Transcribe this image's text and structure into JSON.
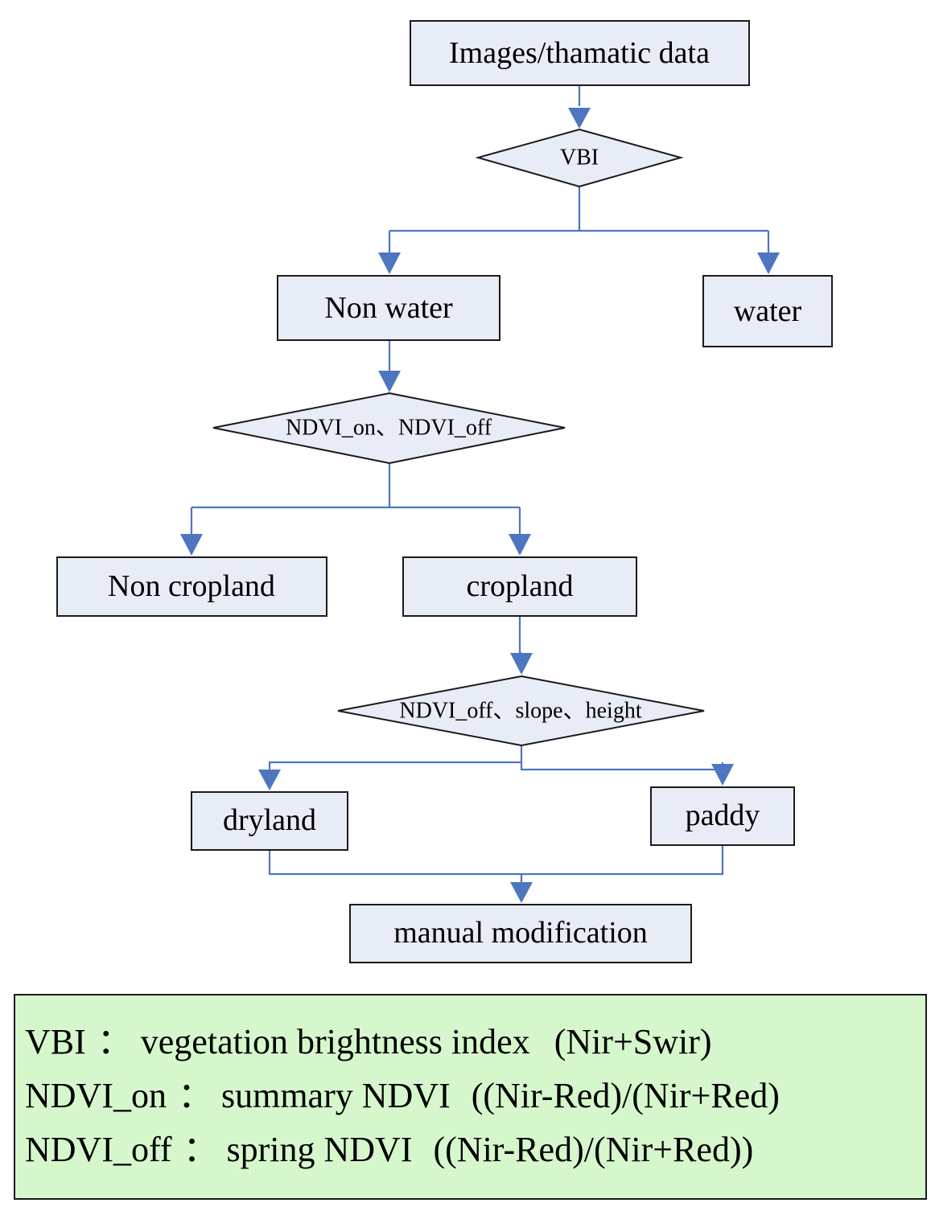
{
  "colors": {
    "box_fill": "#e8ecf6",
    "box_stroke": "#1a1a1a",
    "connector": "#4e76c0",
    "legend_fill": "#d6f7cc"
  },
  "nodes": {
    "images": "Images/thamatic data",
    "vbi": "VBI",
    "non_water": "Non water",
    "water": "water",
    "ndvi_on_off": "NDVI_on、NDVI_off",
    "non_cropland": "Non cropland",
    "cropland": "cropland",
    "ndvi_slope_height": "NDVI_off、slope、height",
    "dryland": "dryland",
    "paddy": "paddy",
    "manual": "manual modification"
  },
  "legend": [
    {
      "term": "VBI",
      "separator": "：",
      "definition": "vegetation brightness index",
      "formula": "(Nir+Swir)"
    },
    {
      "term": "NDVI_on",
      "separator": "：",
      "definition": "summary NDVI",
      "formula": "((Nir-Red)/(Nir+Red)"
    },
    {
      "term": "NDVI_off",
      "separator": "：",
      "definition": "spring NDVI",
      "formula": "((Nir-Red)/(Nir+Red))"
    }
  ]
}
